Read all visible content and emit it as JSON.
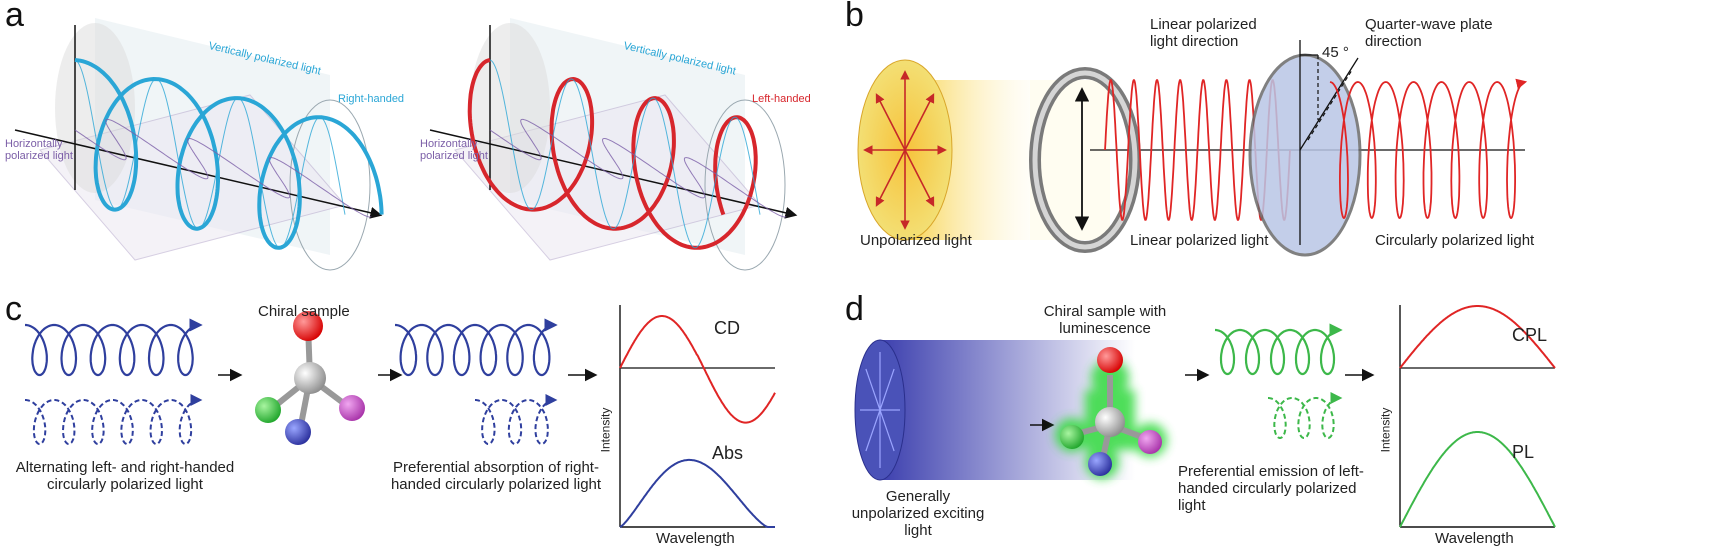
{
  "panels": {
    "a": {
      "label": "a",
      "left": {
        "vertical_label": "Vertically polarized light",
        "horizontal_label": "Horizontally polarized light",
        "handed_label": "Right-handed",
        "handed_color": "#2aa6d6"
      },
      "right": {
        "vertical_label": "Vertically polarized light",
        "horizontal_label": "Horizontally polarized light",
        "handed_label": "Left-handed",
        "handed_color": "#d7262c"
      },
      "horizontal_color": "#7b5ea7"
    },
    "b": {
      "label": "b",
      "unpolarized": "Unpolarized light",
      "linear": "Linear polarized light",
      "circular": "Circularly polarized light",
      "linear_direction": "Linear polarized light direction",
      "qwp_direction": "Quarter-wave plate direction",
      "angle": "45 °"
    },
    "c": {
      "label": "c",
      "chiral_sample": "Chiral sample",
      "input_caption": "Alternating left- and right-handed circularly polarized light",
      "output_caption": "Preferential absorption of right-handed circularly polarized light",
      "plot": {
        "ylabel": "Intensity",
        "xlabel": "Wavelength",
        "top_series": "CD",
        "bottom_series": "Abs"
      }
    },
    "d": {
      "label": "d",
      "chiral_sample": "Chiral sample with luminescence",
      "input_caption": "Generally unpolarized exciting light",
      "output_caption": "Preferential emission of left-handed circularly polarized light",
      "plot": {
        "ylabel": "Intensity",
        "xlabel": "Wavelength",
        "top_series": "CPL",
        "bottom_series": "PL"
      }
    }
  },
  "colors": {
    "red": "#e02525",
    "blue": "#2f3f9e",
    "green": "#3db84a",
    "cyan": "#2aa6d6"
  }
}
